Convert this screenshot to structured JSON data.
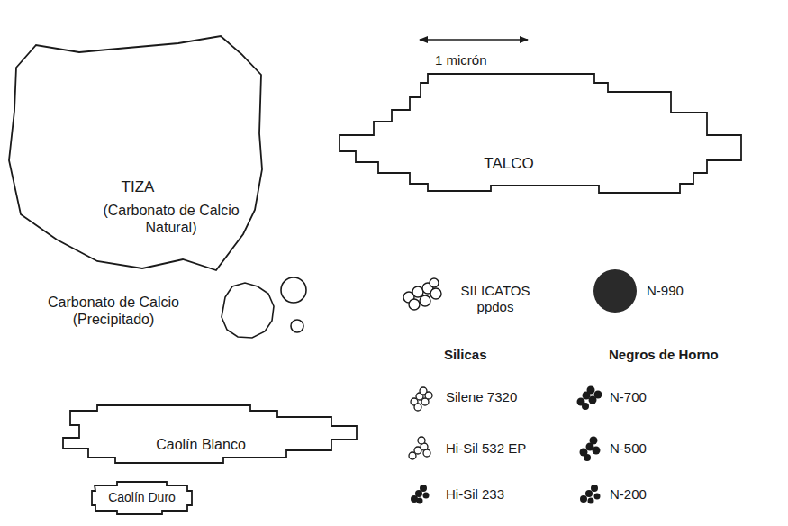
{
  "diagram": {
    "nodes": [
      {
        "text": [
          "TIZA",
          "(Carbonato de Calcio Natural)"
        ]
      },
      {
        "text": [
          "TALCO"
        ]
      },
      {
        "text": [
          "Caolín Blanco"
        ]
      },
      {
        "text": [
          "Caolín Duro"
        ]
      }
    ],
    "labels": [
      "1 micrón",
      "Carbonato de Calcio (Precipitado)",
      "SILICATOS ppdos",
      "N-990",
      "Silicas",
      "Negros de Horno",
      "Silene 7320",
      "N-700",
      "Hi-Sil 532 EP",
      "N-500",
      "Hi-Sil 233",
      "N-200"
    ]
  }
}
